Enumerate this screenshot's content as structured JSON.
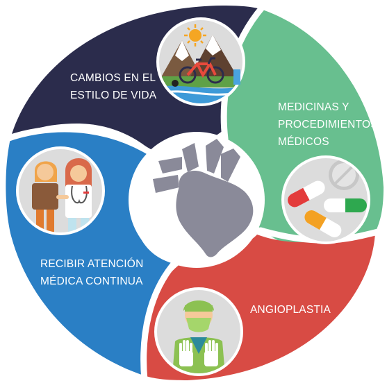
{
  "segments": [
    {
      "id": "cambios",
      "lines": [
        "CAMBIOS EN EL",
        "ESTILO DE VIDA"
      ],
      "color": "#2b2c4c",
      "icon": "mountain-bike-icon"
    },
    {
      "id": "medicinas",
      "lines": [
        "MEDICINAS Y",
        "PROCEDIMIENTOS",
        "MÉDICOS"
      ],
      "color": "#68bf8f",
      "icon": "pills-icon"
    },
    {
      "id": "angioplastia",
      "lines": [
        "ANGIOPLASTIA"
      ],
      "color": "#d84b44",
      "icon": "surgeon-icon"
    },
    {
      "id": "recibir",
      "lines": [
        "RECIBIR ATENCIÓN",
        "MÉDICA CONTINUA"
      ],
      "color": "#2a7fc5",
      "icon": "doctor-patient-icon"
    }
  ],
  "center": {
    "icon": "heart-icon",
    "color": "#8a8a99"
  }
}
